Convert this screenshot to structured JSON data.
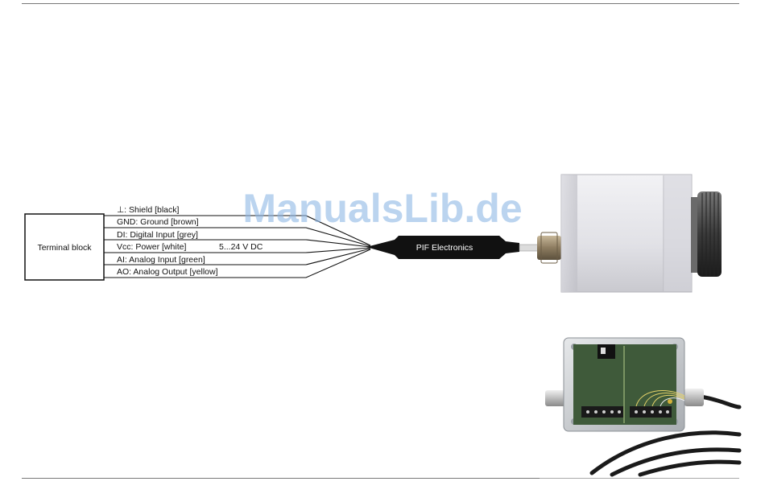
{
  "terminal_block": {
    "label": "Terminal block"
  },
  "wires": [
    {
      "label": "⊥: Shield [black]"
    },
    {
      "label": "GND: Ground [brown]"
    },
    {
      "label": "DI: Digital Input [grey]"
    },
    {
      "label": "Vcc: Power [white]",
      "note": "5...24 V DC"
    },
    {
      "label": "AI: Analog Input [green]"
    },
    {
      "label": "AO: Analog Output [yellow]"
    }
  ],
  "cable": {
    "label": "PIF Electronics"
  },
  "watermark": {
    "text": "ManualsLib.de"
  },
  "colors": {
    "wire": "#111111",
    "cable": "#111111",
    "camera_body": "#e4e4e8",
    "housing": "#c8ccd0",
    "pcb": "#3f5a3a",
    "watermark": "#8fb8e6"
  }
}
